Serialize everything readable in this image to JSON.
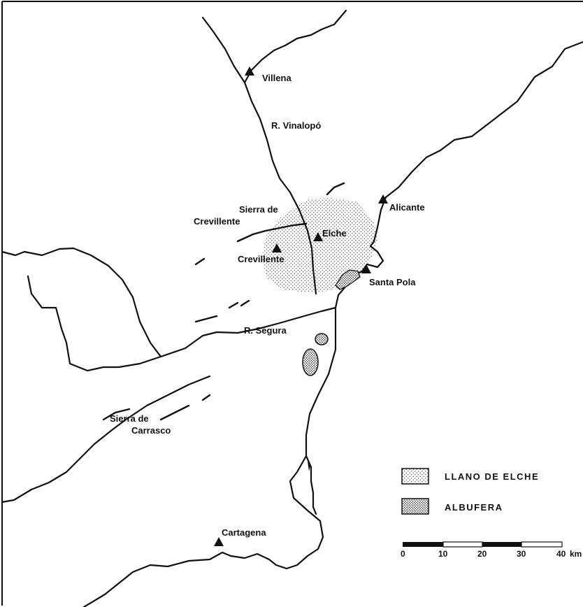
{
  "map": {
    "places": [
      {
        "name": "Villena"
      },
      {
        "name": "Alicante"
      },
      {
        "name": "Elche"
      },
      {
        "name": "Crevillente"
      },
      {
        "name": "Santa Pola"
      },
      {
        "name": "Cartagena"
      }
    ],
    "rivers": [
      {
        "name": "R. Vinalopó"
      },
      {
        "name": "R. Segura"
      }
    ],
    "ranges": [
      {
        "line1": "Sierra de",
        "line2": "Crevillente"
      },
      {
        "line1": "Sierra de",
        "line2": "Carrasco"
      }
    ]
  },
  "legend": {
    "items": [
      {
        "label": "LLANO DE ELCHE"
      },
      {
        "label": "ALBUFERA"
      }
    ]
  },
  "scale_bar": {
    "ticks": [
      "0",
      "10",
      "20",
      "30",
      "40"
    ],
    "unit": "km",
    "max_km": 40
  },
  "colors": {
    "ink": "#111111",
    "paper": "#ffffff"
  }
}
